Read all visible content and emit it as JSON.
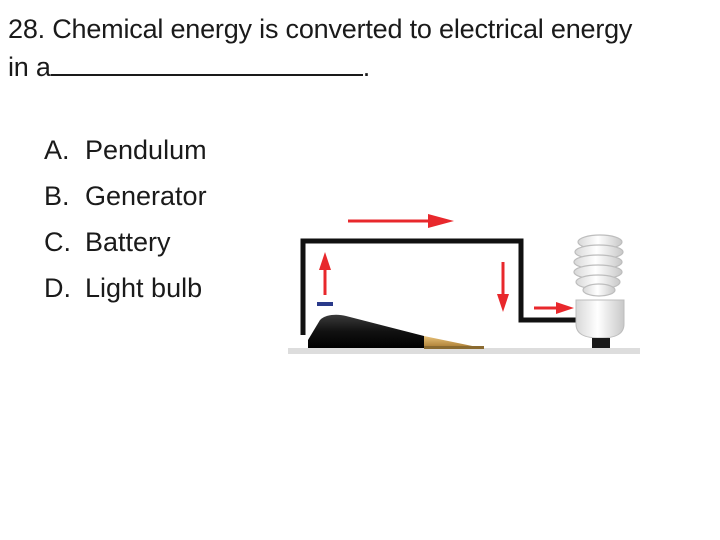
{
  "question": {
    "number": "28.",
    "text_line1": "Chemical energy is converted to electrical energy",
    "text_line2_prefix": "in a",
    "text_line2_suffix": "."
  },
  "options": [
    {
      "letter": "A.",
      "label": "Pendulum"
    },
    {
      "letter": "B.",
      "label": "Generator"
    },
    {
      "letter": "C.",
      "label": "Battery"
    },
    {
      "letter": "D.",
      "label": "Light bulb"
    }
  ],
  "figure": {
    "icons": [
      "battery-icon",
      "circuit-wire",
      "current-arrow-icon",
      "light-bulb-icon"
    ],
    "colors": {
      "arrow": "#e8282c",
      "wire": "#111111",
      "battery_body": "#1c1c1c",
      "battery_tip": "#c89a4a",
      "minus_sign": "#2a3a8a"
    }
  }
}
